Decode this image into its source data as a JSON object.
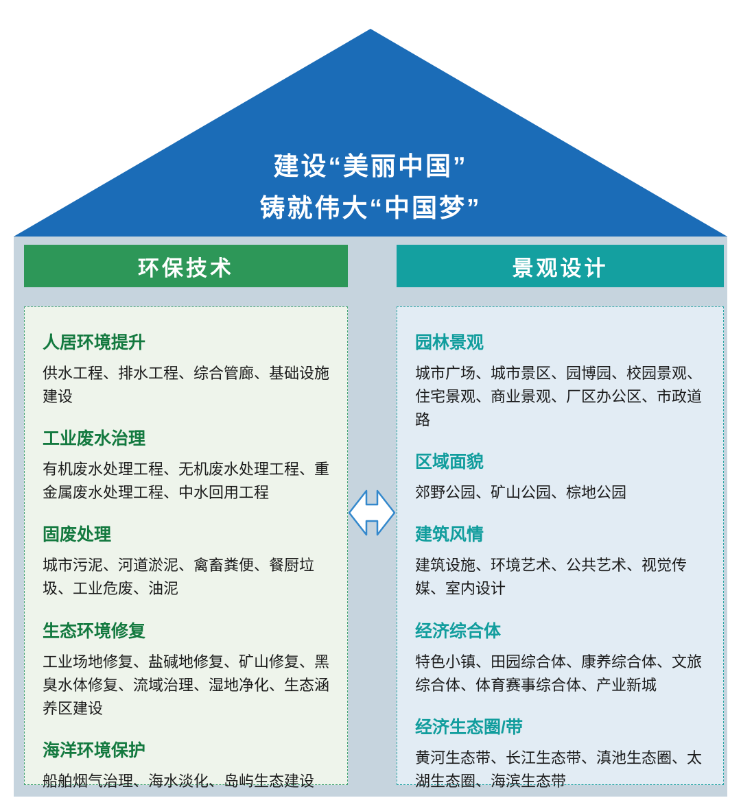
{
  "roof": {
    "line1": "建设“美丽中国”",
    "line2": "铸就伟大“中国梦”"
  },
  "left_panel": {
    "title": "环保技术",
    "sections": [
      {
        "heading": "人居环境提升",
        "body": "供水工程、排水工程、综合管廊、基础设施建设"
      },
      {
        "heading": "工业废水治理",
        "body": "有机废水处理工程、无机废水处理工程、重金属废水处理工程、中水回用工程"
      },
      {
        "heading": "固废处理",
        "body": "城市污泥、河道淤泥、禽畜粪便、餐厨垃圾、工业危废、油泥"
      },
      {
        "heading": "生态环境修复",
        "body": "工业场地修复、盐碱地修复、矿山修复、黑臭水体修复、流域治理、湿地净化、生态涵养区建设"
      },
      {
        "heading": "海洋环境保护",
        "body": "船舶烟气治理、海水淡化、岛屿生态建设"
      }
    ]
  },
  "right_panel": {
    "title": "景观设计",
    "sections": [
      {
        "heading": "园林景观",
        "body": "城市广场、城市景区、园博园、校园景观、住宅景观、商业景观、厂区办公区、市政道路"
      },
      {
        "heading": "区域面貌",
        "body": "郊野公园、矿山公园、棕地公园"
      },
      {
        "heading": "建筑风情",
        "body": "建筑设施、环境艺术、公共艺术、视觉传媒、室内设计"
      },
      {
        "heading": "经济综合体",
        "body": "特色小镇、田园综合体、康养综合体、文旅综合体、体育赛事综合体、产业新城"
      },
      {
        "heading": "经济生态圈/带",
        "body": "黄河生态带、长江生态带、滇池生态圈、太湖生态圈、海滨生态带"
      }
    ]
  },
  "icons": {
    "exchange_arrow": "double-horizontal-arrow-icon"
  },
  "colors": {
    "roof_blue": "#1b6cb7",
    "house_bg": "#c6d4de",
    "left_header_green": "#2d9758",
    "left_body_bg": "#eef4eb",
    "left_border": "#45a575",
    "left_heading": "#13793f",
    "right_header_teal": "#14a0a0",
    "right_body_bg": "#e2ecf4",
    "right_border": "#2aa6a6",
    "right_heading": "#119d9d",
    "body_text": "#1a1a1a",
    "arrow_stroke": "#3388cc"
  }
}
